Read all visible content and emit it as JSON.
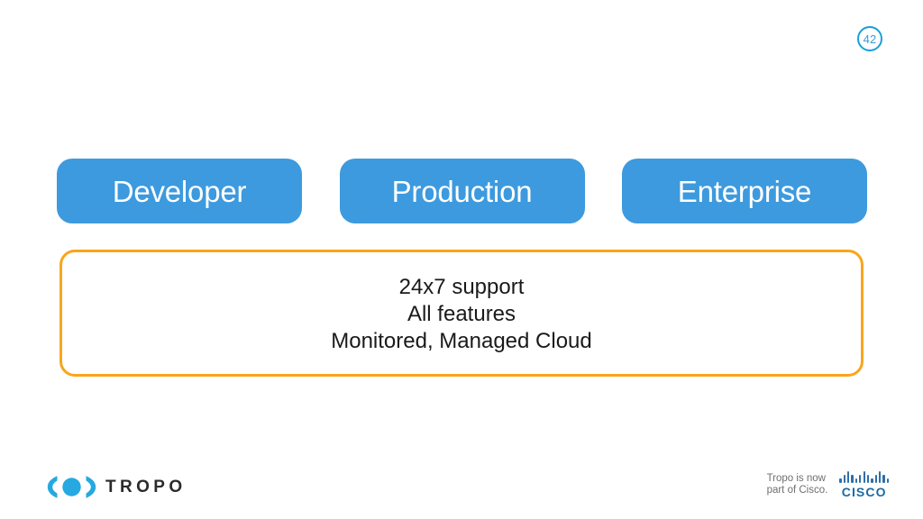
{
  "slide": {
    "page_number": "42",
    "background_color": "#ffffff"
  },
  "tiers": {
    "accent_color": "#3d9ade",
    "items": [
      {
        "label": "Developer"
      },
      {
        "label": "Production"
      },
      {
        "label": "Enterprise"
      }
    ]
  },
  "features_panel": {
    "border_color": "#f9a51b",
    "lines": [
      "24x7 support",
      "All features",
      "Monitored, Managed Cloud"
    ]
  },
  "footer": {
    "tropo_wordmark": "TROPO",
    "tropo_mark_color": "#25a9e0",
    "cisco_tagline_line1": "Tropo is now",
    "cisco_tagline_line2": "part of Cisco.",
    "cisco_wordmark": "CISCO",
    "cisco_color": "#1a69a4"
  }
}
